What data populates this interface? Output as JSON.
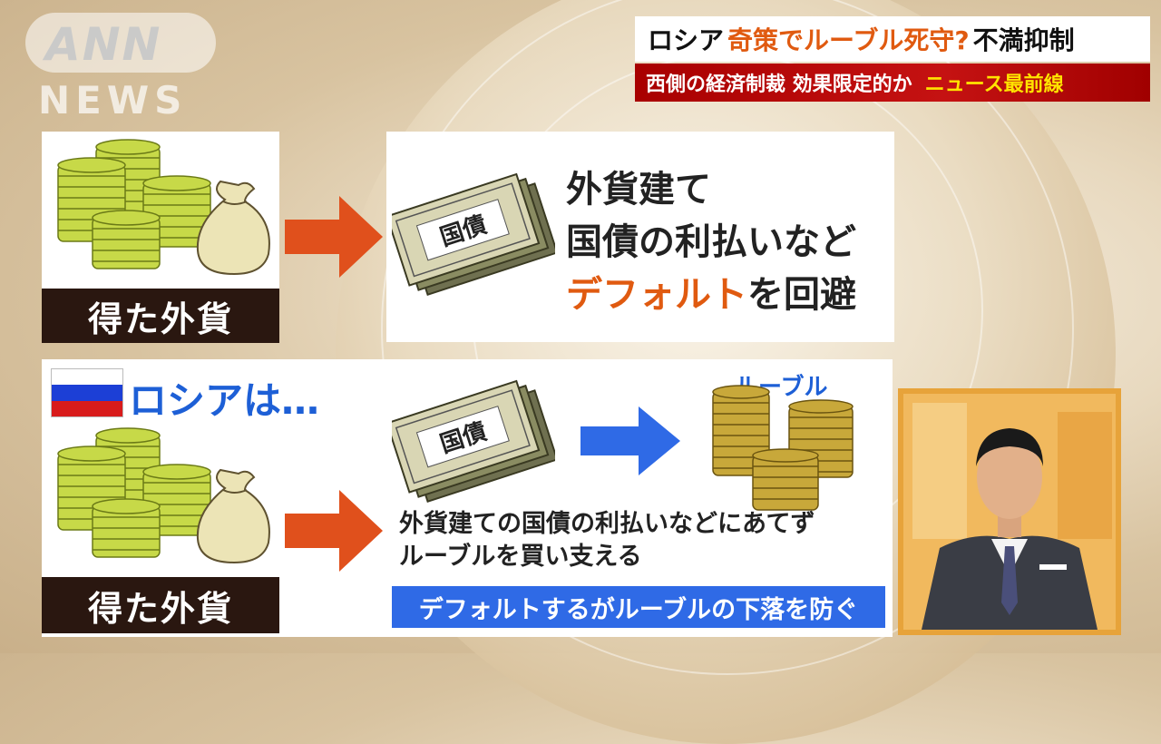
{
  "logo": {
    "line1": "ANN",
    "line2": "NEWS"
  },
  "headline": {
    "part1": "ロシア",
    "part2": "奇策でルーブル死守?",
    "part3": "不満抑制"
  },
  "subline": {
    "part1": "西側の経済制裁 効果限定的か",
    "part2": "ニュース最前線"
  },
  "top_section": {
    "label": "得た外貨",
    "bond_label": "国債",
    "line1": "外貨建て",
    "line2": "国債の利払いなど",
    "line3_orange": "デフォルト",
    "line3_rest": "を回避"
  },
  "bottom_section": {
    "title": "ロシアは…",
    "label": "得た外貨",
    "bond_label": "国債",
    "ruble_label": "ルーブル",
    "text_line1": "外貨建ての国債の利払いなどにあてず",
    "text_line2": "ルーブルを買い支える",
    "banner": "デフォルトするがルーブルの下落を防ぐ"
  },
  "colors": {
    "orange_arrow": "#e0501c",
    "blue_arrow": "#2f6ae6",
    "coin": "#c7d948",
    "label_bg": "#2a1710",
    "headline_orange": "#e05a10",
    "subline_red": "#c51212",
    "subline_yellow": "#ffe400"
  },
  "icons": [
    "coin-stack-icon",
    "money-bag-icon",
    "bond-bill-icon",
    "arrow-right-icon",
    "russia-flag-icon",
    "news-anchor-image"
  ]
}
